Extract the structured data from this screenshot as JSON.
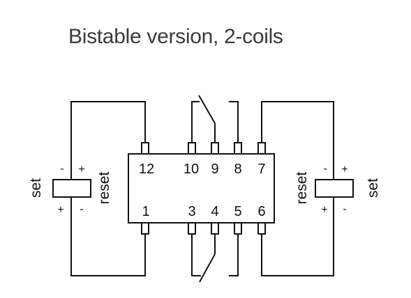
{
  "title": "Bistable version, 2-coils",
  "pins": {
    "top": [
      "12",
      "10",
      "9",
      "8",
      "7"
    ],
    "bottom": [
      "1",
      "3",
      "4",
      "5",
      "6"
    ]
  },
  "left_coil": {
    "label_outer": "set",
    "label_inner": "reset",
    "top_signs": [
      "-",
      "+"
    ],
    "bottom_signs": [
      "+",
      "-"
    ]
  },
  "right_coil": {
    "label_outer": "set",
    "label_inner": "reset",
    "top_signs": [
      "-",
      "+"
    ],
    "bottom_signs": [
      "+",
      "-"
    ]
  }
}
